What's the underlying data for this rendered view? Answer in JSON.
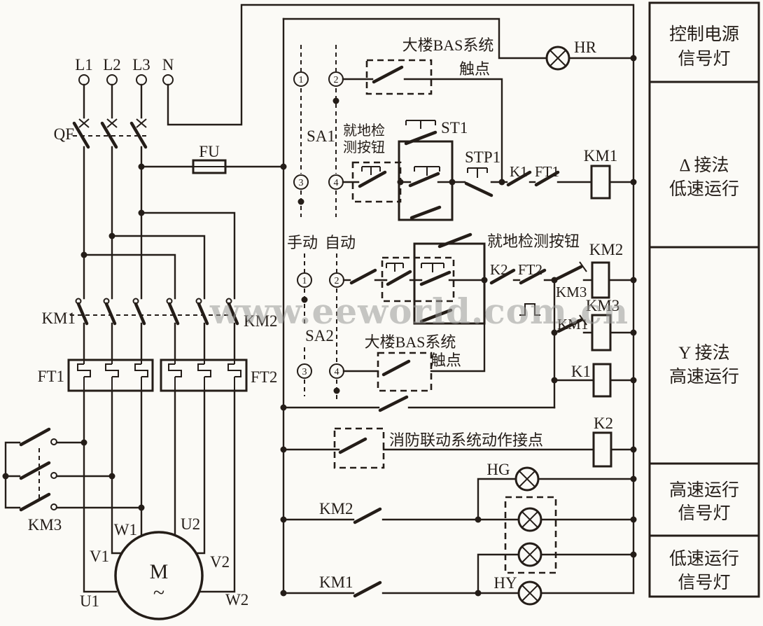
{
  "watermark": "www.eeworld.com.cn",
  "power": {
    "terminals": [
      "L1",
      "L2",
      "L3",
      "N"
    ],
    "breaker": "QF",
    "fuse": "FU",
    "km1": "KM1",
    "km2": "KM2",
    "km3": "KM3",
    "ft1": "FT1",
    "ft2": "FT2",
    "motor_symbol": "M",
    "motor_ac": "~",
    "motor_terminals": [
      "U1",
      "V1",
      "W1",
      "U2",
      "V2",
      "W2"
    ]
  },
  "control": {
    "pins": {
      "p1": "1",
      "p2": "2",
      "p3": "3",
      "p4": "4"
    },
    "sa1": "SA1",
    "sa2": "SA2",
    "manual": "手动",
    "auto": "自动",
    "bas1_line1": "大楼BAS系统",
    "bas1_line2": "触点",
    "bas2_line1": "大楼BAS系统",
    "bas2_line2": "触点",
    "local_test1_line1": "就地检",
    "local_test1_line2": "测按钮",
    "local_test2": "就地检测按钮",
    "st1": "ST1",
    "stp1": "STP1",
    "k1_contact": "K1",
    "ft1_contact": "FT1",
    "km1_coil": "KM1",
    "k2_contact": "K2",
    "ft2_contact": "FT2",
    "km3_contact": "KM3",
    "km2_coil": "KM2",
    "km1_contact": "KM1",
    "km3_coil": "KM3",
    "k1_coil": "K1",
    "fire_label": "消防联动系统动作接点",
    "k2_coil": "K2",
    "hr_lamp": "HR",
    "hg_lamp": "HG",
    "hy_lamp": "HY",
    "km2_aux": "KM2",
    "km1_aux": "KM1"
  },
  "panel": {
    "sections": [
      {
        "line1": "控制电源",
        "line2": "信号灯"
      },
      {
        "line1": "Δ 接法",
        "line2": "低速运行"
      },
      {
        "line1": "Y 接法",
        "line2": "高速运行"
      },
      {
        "line1": "高速运行",
        "line2": "信号灯"
      },
      {
        "line1": "低速运行",
        "line2": "信号灯"
      }
    ]
  }
}
